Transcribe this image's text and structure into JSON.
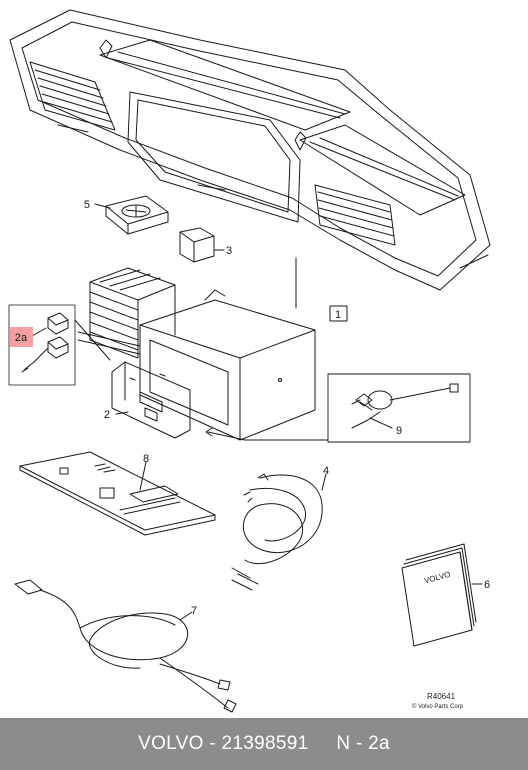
{
  "callouts": {
    "c1": "1",
    "c2": "2",
    "c2a": "2a",
    "c3": "3",
    "c4": "4",
    "c5": "5",
    "c6": "6",
    "c7": "7",
    "c8": "8",
    "c9": "9"
  },
  "booklet_brand": "VOLVO",
  "credit": {
    "code": "R40641",
    "copyright": "© Volvo Parts Corp"
  },
  "footer": {
    "brand": "VOLVO",
    "separator": "-",
    "part_number": "21398591",
    "position": "N - 2a"
  },
  "colors": {
    "highlight": "#f4a0a0",
    "footer_bg": "#8c8c8c",
    "line": "#1a1a1a"
  }
}
